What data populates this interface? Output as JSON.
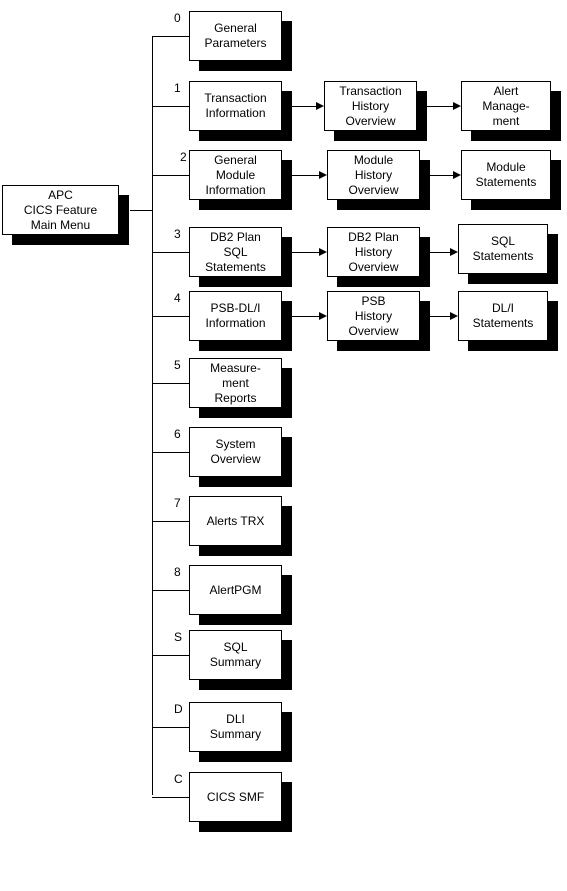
{
  "root": {
    "label": "APC\nCICS Feature\nMain Menu"
  },
  "menu": [
    {
      "num": "0",
      "label": "General\nParameters"
    },
    {
      "num": "1",
      "label": "Transaction\nInformation"
    },
    {
      "num": "2",
      "label": "General\nModule\nInformation"
    },
    {
      "num": "3",
      "label": "DB2 Plan\nSQL\nStatements"
    },
    {
      "num": "4",
      "label": "PSB-DL/I\nInformation"
    },
    {
      "num": "5",
      "label": "Measure-\nment\nReports"
    },
    {
      "num": "6",
      "label": "System\nOverview"
    },
    {
      "num": "7",
      "label": "Alerts TRX"
    },
    {
      "num": "8",
      "label": "AlertPGM"
    },
    {
      "num": "S",
      "label": "SQL\nSummary"
    },
    {
      "num": "D",
      "label": "DLI\nSummary"
    },
    {
      "num": "C",
      "label": "CICS SMF"
    }
  ],
  "level2": [
    {
      "label": "Transaction\nHistory\nOverview"
    },
    {
      "label": "Module\nHistory\nOverview"
    },
    {
      "label": "DB2 Plan\nHistory\nOverview"
    },
    {
      "label": "PSB\nHistory\nOverview"
    }
  ],
  "level3": [
    {
      "label": "Alert\nManage-\nment"
    },
    {
      "label": "Module\nStatements"
    },
    {
      "label": "SQL\nStatements"
    },
    {
      "label": "DL/I\nStatements"
    }
  ]
}
